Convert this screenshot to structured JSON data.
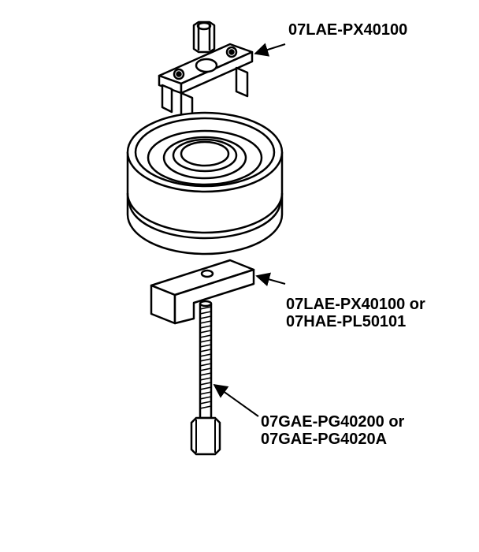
{
  "labels": {
    "puller_top": {
      "line1": "07LAE-PX40100"
    },
    "puller_bottom": {
      "line1": "07LAE-PX40100 or",
      "line2": "07HAE-PL50101"
    },
    "threaded_rod": {
      "line1": "07GAE-PG40200 or",
      "line2": "07GAE-PG4020A"
    }
  },
  "colors": {
    "ink": "#000000",
    "paper": "#ffffff"
  }
}
